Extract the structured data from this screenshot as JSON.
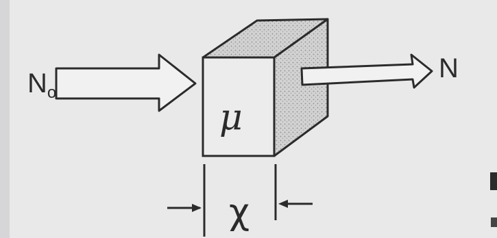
{
  "labels": {
    "incident_intensity": "N",
    "incident_subscript": "o",
    "transmitted_intensity": "N",
    "attenuation_coefficient": "μ",
    "thickness": "χ"
  },
  "colors": {
    "paper": "#e9e9ea",
    "ink": "#2b2b2b",
    "block_front": "#ececec",
    "block_shade": "#cfcfcf",
    "arrow_fill": "#f1f1f1"
  }
}
